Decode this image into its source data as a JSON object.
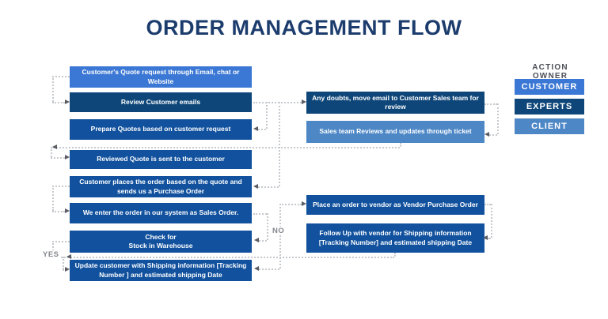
{
  "title": "ORDER MANAGEMENT FLOW",
  "legend": {
    "heading": "ACTION OWNER",
    "items": [
      {
        "label": "CUSTOMER",
        "color": "#3b77d4"
      },
      {
        "label": "EXPERTS",
        "color": "#0e4679"
      },
      {
        "label": "CLIENT",
        "color": "#4d87c6"
      }
    ]
  },
  "decision_labels": {
    "yes": "YES",
    "no": "NO"
  },
  "colors": {
    "process_box": "#11519e",
    "customer_box": "#3b77d4",
    "experts_box": "#0e4679",
    "client_box": "#4d87c6",
    "title_text": "#1c3c6d",
    "connector_dots": "#c6c9cd",
    "arrowhead": "#5a5e64"
  },
  "flow": {
    "left_column": [
      {
        "text": "Customer's Quote request through Email, chat or Website",
        "owner": "customer"
      },
      {
        "text": "Review Customer emails",
        "owner": "experts"
      },
      {
        "text": "Prepare Quotes based on customer request",
        "owner": "experts"
      },
      {
        "text": "Reviewed Quote is sent to the customer",
        "owner": "experts"
      },
      {
        "text": "Customer places the order based on the quote and sends us a Purchase Order",
        "owner": "experts"
      },
      {
        "text": "We enter the order in our system as Sales Order.",
        "owner": "experts"
      },
      {
        "text": "Check for\nStock in Warehouse",
        "owner": "experts"
      },
      {
        "text": "Update customer with Shipping information [Tracking Number ] and estimated shipping Date",
        "owner": "experts"
      }
    ],
    "right_column": [
      {
        "text": "Any doubts, move email to Customer Sales team for review",
        "owner": "experts"
      },
      {
        "text": "Sales team Reviews and updates through ticket",
        "owner": "client"
      },
      {
        "text": "Place an order to vendor as Vendor Purchase Order",
        "owner": "experts"
      },
      {
        "text": "Follow Up with vendor for Shipping information [Tracking Number] and estimated shipping Date",
        "owner": "experts"
      }
    ]
  }
}
